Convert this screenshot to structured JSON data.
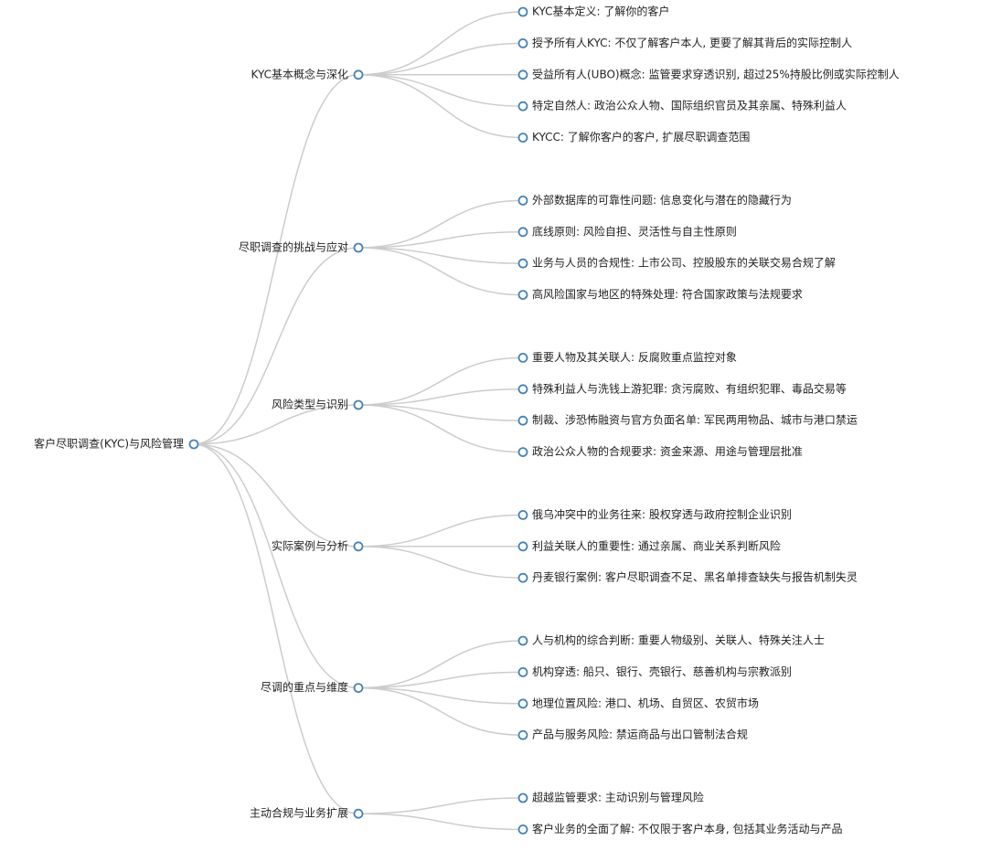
{
  "root": {
    "label": "客户尽职调查(KYC)与风险管理",
    "children": [
      {
        "label": "KYC基本概念与深化",
        "children": [
          {
            "label": "KYC基本定义: 了解你的客户"
          },
          {
            "label": "授予所有人KYC: 不仅了解客户本人, 更要了解其背后的实际控制人"
          },
          {
            "label": "受益所有人(UBO)概念: 监管要求穿透识别, 超过25%持股比例或实际控制人"
          },
          {
            "label": "特定自然人: 政治公众人物、国际组织官员及其亲属、特殊利益人"
          },
          {
            "label": "KYCC: 了解你客户的客户, 扩展尽职调查范围"
          }
        ]
      },
      {
        "label": "尽职调查的挑战与应对",
        "children": [
          {
            "label": "外部数据库的可靠性问题: 信息变化与潜在的隐藏行为"
          },
          {
            "label": "底线原则: 风险自担、灵活性与自主性原则"
          },
          {
            "label": "业务与人员的合规性: 上市公司、控股股东的关联交易合规了解"
          },
          {
            "label": "高风险国家与地区的特殊处理: 符合国家政策与法规要求"
          }
        ]
      },
      {
        "label": "风险类型与识别",
        "children": [
          {
            "label": "重要人物及其关联人: 反腐败重点监控对象"
          },
          {
            "label": "特殊利益人与洗钱上游犯罪: 贪污腐败、有组织犯罪、毒品交易等"
          },
          {
            "label": "制裁、涉恐怖融资与官方负面名单: 军民两用物品、城市与港口禁运"
          },
          {
            "label": "政治公众人物的合规要求: 资金来源、用途与管理层批准"
          }
        ]
      },
      {
        "label": "实际案例与分析",
        "children": [
          {
            "label": "俄乌冲突中的业务往来: 股权穿透与政府控制企业识别"
          },
          {
            "label": "利益关联人的重要性: 通过亲属、商业关系判断风险"
          },
          {
            "label": "丹麦银行案例: 客户尽职调查不足、黑名单排查缺失与报告机制失灵"
          }
        ]
      },
      {
        "label": "尽调的重点与维度",
        "children": [
          {
            "label": "人与机构的综合判断: 重要人物级别、关联人、特殊关注人士"
          },
          {
            "label": "机构穿透: 船只、银行、壳银行、慈善机构与宗教派别"
          },
          {
            "label": "地理位置风险: 港口、机场、自贸区、农贸市场"
          },
          {
            "label": "产品与服务风险: 禁运商品与出口管制法合规"
          }
        ]
      },
      {
        "label": "主动合规与业务扩展",
        "children": [
          {
            "label": "超越监管要求: 主动识别与管理风险"
          },
          {
            "label": "客户业务的全面了解: 不仅限于客户本身, 包括其业务活动与产品"
          }
        ]
      }
    ]
  }
}
